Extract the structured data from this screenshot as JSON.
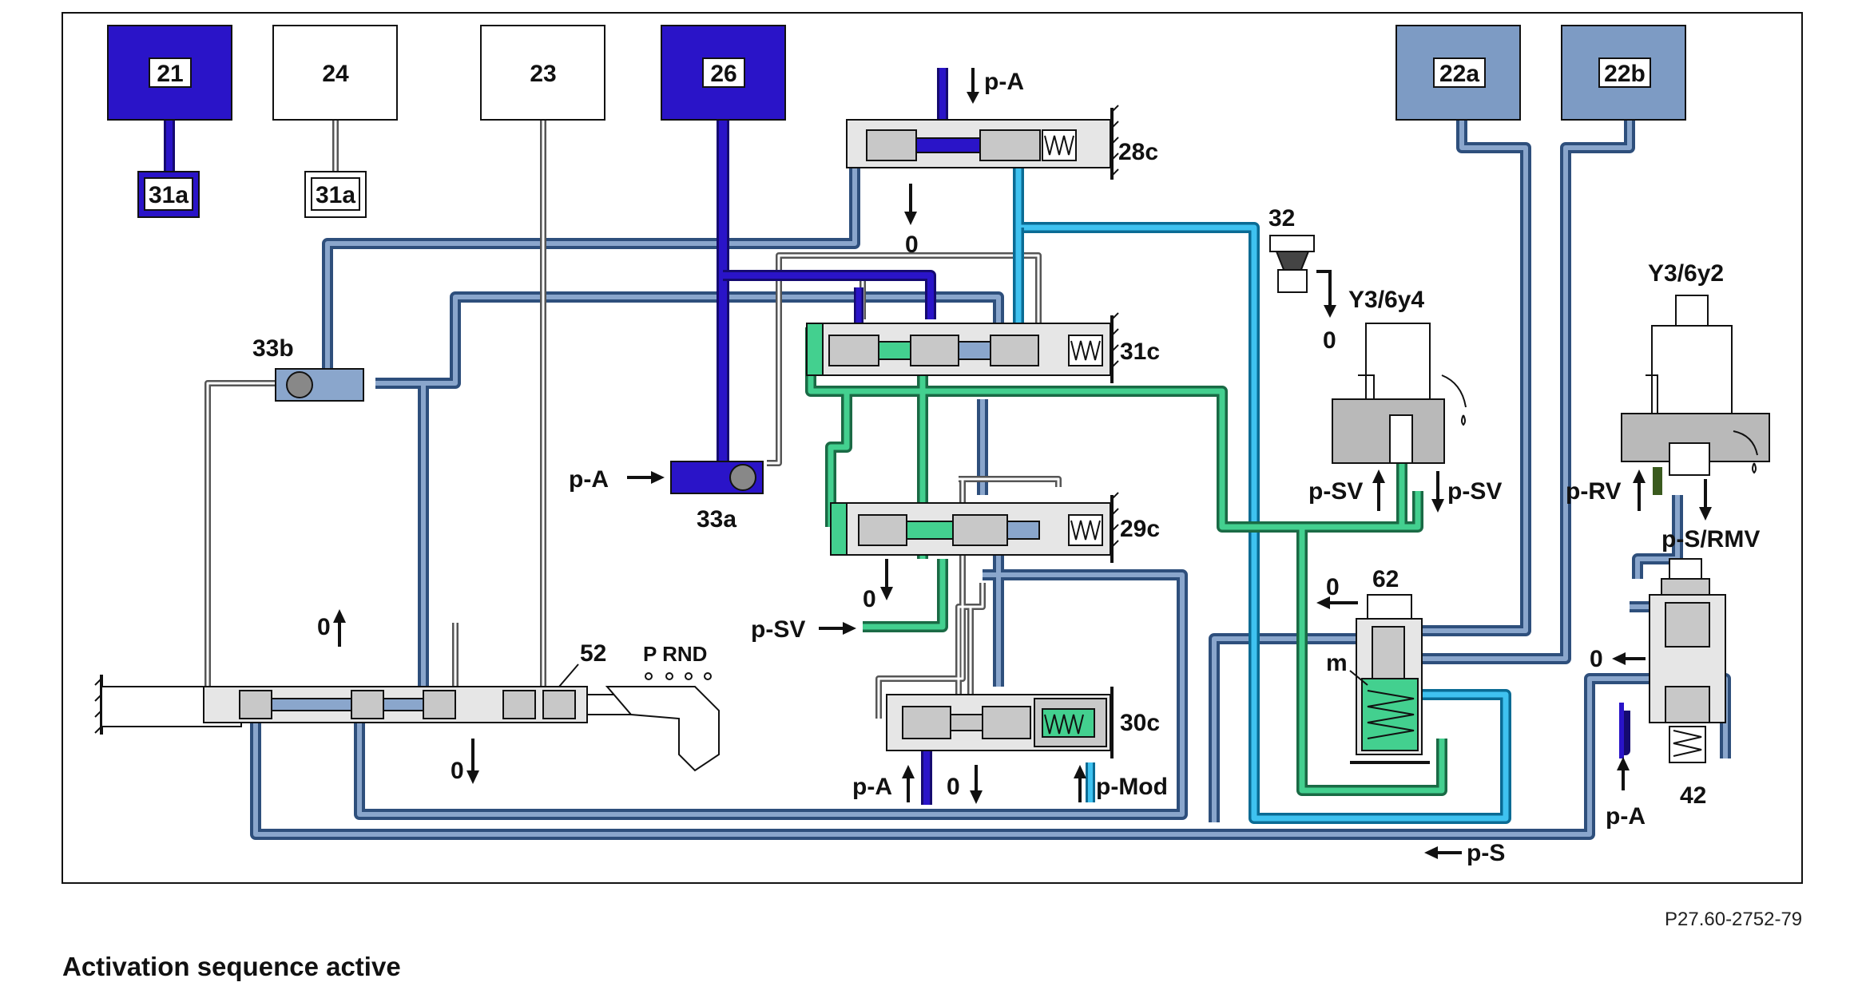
{
  "boxes": [
    {
      "id": "b21",
      "label": "21",
      "style": "active"
    },
    {
      "id": "b24",
      "label": "24",
      "style": "plain"
    },
    {
      "id": "b23",
      "label": "23",
      "style": "plain"
    },
    {
      "id": "b26",
      "label": "26",
      "style": "active"
    },
    {
      "id": "b22a",
      "label": "22a",
      "style": "steel"
    },
    {
      "id": "b22b",
      "label": "22b",
      "style": "steel"
    }
  ],
  "sub_boxes": [
    {
      "id": "s31a_1",
      "label": "31a",
      "style": "active"
    },
    {
      "id": "s31a_2",
      "label": "31a",
      "style": "plain"
    }
  ],
  "labels": {
    "pA_top": "p-A",
    "v28c": "28c",
    "zero_28c": "0",
    "v32": "32",
    "zero_32": "0",
    "y3_6y4": "Y3/6y4",
    "y3_6y2": "Y3/6y2",
    "v33b": "33b",
    "v31c": "31c",
    "pA_33a": "p-A",
    "v33a": "33a",
    "pSV_left": "p-SV",
    "pSV_right": "p-SV",
    "pRV": "p-RV",
    "pS_RMV": "p-S/RMV",
    "v29c": "29c",
    "zero_29c": "0",
    "pSV_29c": "p-SV",
    "zero_62": "0",
    "v62": "62",
    "m": "m",
    "zero_42": "0",
    "zero_52_up": "0",
    "v52": "52",
    "prnd": "P RND",
    "zero_52_down": "0",
    "v30c": "30c",
    "pA_30c": "p-A",
    "zero_30c": "0",
    "pMod": "p-Mod",
    "pA_42": "p-A",
    "v42": "42",
    "pS": "p-S"
  },
  "colors": {
    "active_blue": "#2a14c8",
    "steel_blue": "#5b7fae",
    "box_steel": "#7d9bc4",
    "cyan": "#1fa8e0",
    "green": "#2fb57a",
    "olive": "#4e7a2a",
    "valve_gray": "#c8c8c8",
    "line_gray": "#9a9a9a"
  },
  "ref_code": "P27.60-2752-79",
  "caption": "Activation sequence active"
}
